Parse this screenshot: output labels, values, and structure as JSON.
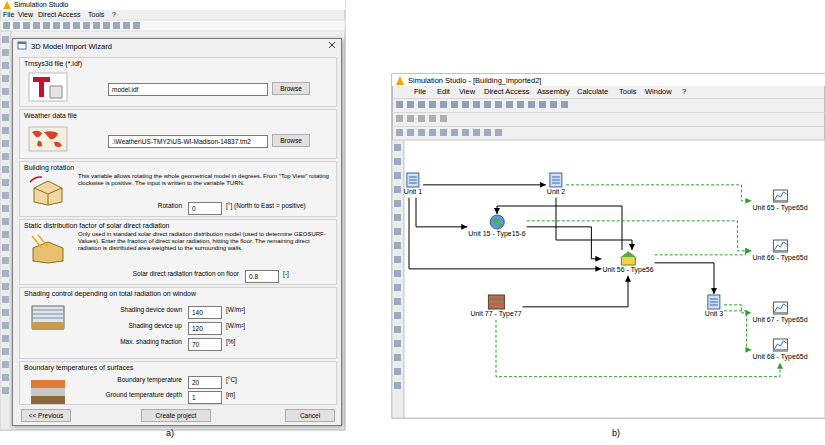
{
  "diagram": {
    "nodes": [
      {
        "text": [
          "3D Model Import Wizard"
        ]
      },
      {
        "text": [
          "Trnsys3d file (*.idf)"
        ],
        "in": 0
      },
      {
        "text": [
          "model.idf"
        ],
        "in": 1
      },
      {
        "text": [
          "Browse"
        ],
        "in": 1
      },
      {
        "text": [
          "Weather data file"
        ],
        "in": 0
      },
      {
        "text": [
          ".\\Weather\\US-TMY2\\US-WI-Madison-14837.tm2"
        ],
        "in": 4
      },
      {
        "text": [
          "Browse"
        ],
        "in": 4
      },
      {
        "text": [
          "Building rotation",
          "This variable allows rotating the whole geometrical model in degrees. From \"Top View\" rotating clockwise is positive. The input is written to the variable TURN."
        ],
        "in": 0
      },
      {
        "text": [
          "0"
        ],
        "in": 7
      },
      {
        "text": [
          "Static distribution factor of solar direct radiation",
          "Only used in standard solar direct radiation distribution model (used to determine GEOSURF-Values). Enter the fraction of direct solar radiation, hitting the floor. The remaining direct radiation is distributed area-weighted to the surrounding walls."
        ],
        "in": 0
      },
      {
        "text": [
          "0.8"
        ],
        "in": 9
      },
      {
        "text": [
          "Shading control depending on total radiation on window"
        ],
        "in": 0
      },
      {
        "text": [
          "140"
        ],
        "in": 11
      },
      {
        "text": [
          "120"
        ],
        "in": 11
      },
      {
        "text": [
          "70"
        ],
        "in": 11
      },
      {
        "text": [
          "Boundary temperatures of surfaces"
        ],
        "in": 0
      },
      {
        "text": [
          "20"
        ],
        "in": 15
      },
      {
        "text": [
          "1"
        ],
        "in": 15
      },
      {
        "text": [
          "<< Previous"
        ],
        "in": 0
      },
      {
        "text": [
          "Create project"
        ],
        "in": 0
      },
      {
        "text": [
          "Cancel"
        ],
        "in": 0
      },
      {
        "text": [
          "Simulation Studio - [Building_imported2]"
        ]
      },
      {
        "text": [
          "Unit 1"
        ],
        "in": 21
      },
      {
        "text": [
          "Unit 2"
        ],
        "in": 21
      },
      {
        "text": [
          "Unit 15 - Type15-6"
        ],
        "in": 21
      },
      {
        "text": [
          "Unit 56 - Type56"
        ],
        "in": 21
      },
      {
        "text": [
          "Unit 3"
        ],
        "in": 21
      },
      {
        "text": [
          "Unit 77 - Type77"
        ],
        "in": 21
      },
      {
        "text": [
          "Unit 65 - Type65d"
        ],
        "in": 21
      },
      {
        "text": [
          "Unit 66 - Type65d"
        ],
        "in": 21
      },
      {
        "text": [
          "Unit 67 - Type65d"
        ],
        "in": 21
      },
      {
        "text": [
          "Unit 68 - Type65d"
        ],
        "in": 21
      }
    ],
    "edges": [
      {
        "from": 22,
        "to": 23,
        "arrow": "to"
      },
      {
        "from": 22,
        "to": 24,
        "arrow": "to"
      },
      {
        "from": 22,
        "to": 25,
        "arrow": "to"
      },
      {
        "from": 23,
        "to": 25,
        "arrow": "to"
      },
      {
        "from": 24,
        "to": 25,
        "arrow": "to"
      },
      {
        "from": 25,
        "to": 24,
        "arrow": "to"
      },
      {
        "from": 27,
        "to": 25,
        "arrow": "to"
      },
      {
        "from": 25,
        "to": 26,
        "arrow": "to"
      },
      {
        "from": 23,
        "to": 28,
        "arrow": "to"
      },
      {
        "from": 24,
        "to": 29,
        "arrow": "to"
      },
      {
        "from": 25,
        "to": 29,
        "arrow": "to"
      },
      {
        "from": 26,
        "to": 30,
        "arrow": "to"
      },
      {
        "from": 26,
        "to": 31,
        "arrow": "to"
      },
      {
        "from": 27,
        "to": 31,
        "arrow": "to"
      }
    ],
    "labels": [
      "Simulation Studio",
      "File",
      "View",
      "Direct Access",
      "Tools",
      "?",
      "Rotation",
      "[°] (North to East = positive)",
      "Solar direct radiation fraction on floor",
      "[-]",
      "Shading device down",
      "[W/m²]",
      "Shading device up",
      "[W/m²]",
      "Max. shading fraction",
      "[%]",
      "Boundary temperature",
      "[°C]",
      "Ground temperature depth",
      "[m]",
      "File",
      "Edit",
      "View",
      "Direct Access",
      "Assembly",
      "Calculate",
      "Tools",
      "Window",
      "?",
      "a)",
      "b)"
    ]
  }
}
